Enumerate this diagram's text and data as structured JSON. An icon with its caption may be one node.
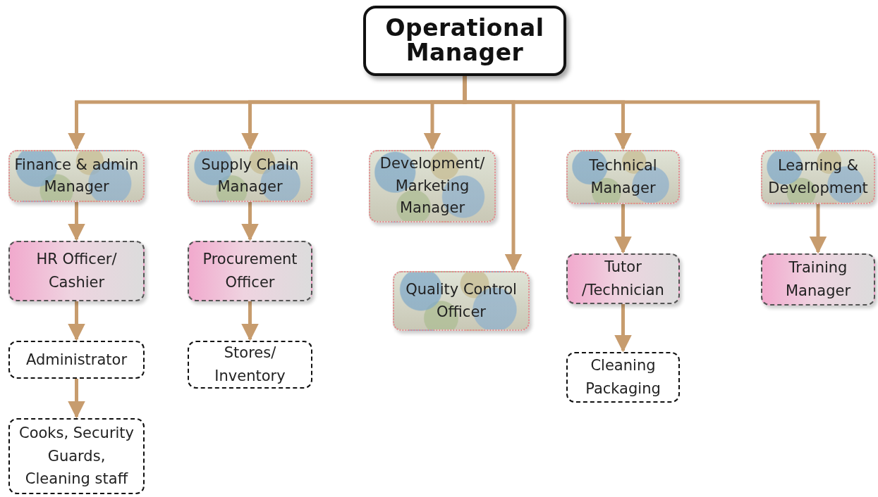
{
  "diagram": {
    "nodes": [
      {
        "text": [
          "Operational Manager"
        ]
      },
      {
        "text": [
          "Finance & admin Manager"
        ]
      },
      {
        "text": [
          "Supply Chain Manager"
        ]
      },
      {
        "text": [
          "Development/ Marketing Manager"
        ]
      },
      {
        "text": [
          "Technical Manager"
        ]
      },
      {
        "text": [
          "Learning & Development"
        ]
      },
      {
        "text": [
          "HR Officer/ Cashier"
        ]
      },
      {
        "text": [
          "Procurement Officer"
        ]
      },
      {
        "text": [
          "Quality Control Officer"
        ]
      },
      {
        "text": [
          "Tutor /Technician"
        ]
      },
      {
        "text": [
          "Training Manager"
        ]
      },
      {
        "text": [
          "Administrator"
        ]
      },
      {
        "text": [
          "Stores/ Inventory"
        ]
      },
      {
        "text": [
          "Cleaning Packaging"
        ]
      },
      {
        "text": [
          "Cooks, Security Guards, Cleaning staff"
        ]
      }
    ],
    "edges": [
      {
        "from": 0,
        "to": 1,
        "arrow": "to"
      },
      {
        "from": 0,
        "to": 2,
        "arrow": "to"
      },
      {
        "from": 0,
        "to": 3,
        "arrow": "to"
      },
      {
        "from": 0,
        "to": 8,
        "arrow": "to"
      },
      {
        "from": 0,
        "to": 4,
        "arrow": "to"
      },
      {
        "from": 0,
        "to": 5,
        "arrow": "to"
      },
      {
        "from": 1,
        "to": 6,
        "arrow": "to"
      },
      {
        "from": 6,
        "to": 11,
        "arrow": "to"
      },
      {
        "from": 11,
        "to": 14,
        "arrow": "to"
      },
      {
        "from": 2,
        "to": 7,
        "arrow": "to"
      },
      {
        "from": 7,
        "to": 12,
        "arrow": "to"
      },
      {
        "from": 4,
        "to": 9,
        "arrow": "to"
      },
      {
        "from": 9,
        "to": 13,
        "arrow": "to"
      },
      {
        "from": 5,
        "to": 10,
        "arrow": "to"
      }
    ]
  }
}
